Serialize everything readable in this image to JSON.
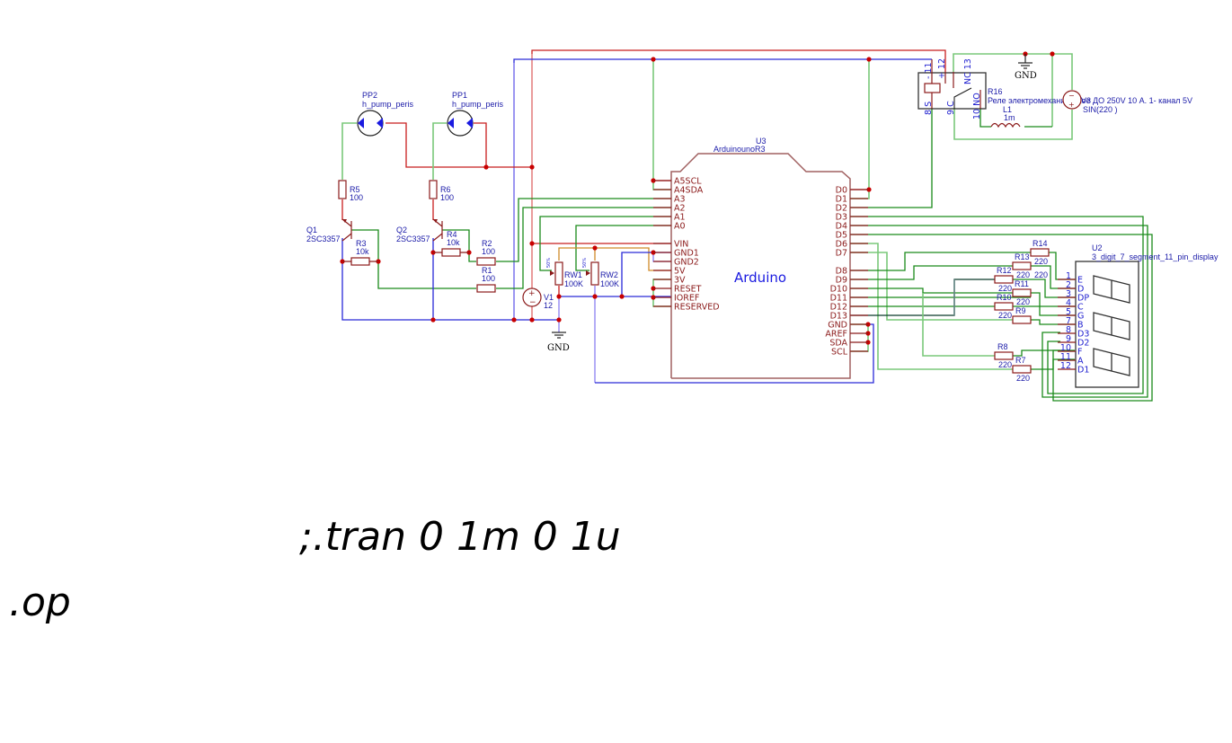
{
  "components": {
    "pp2": {
      "ref": "PP2",
      "value": "h_pump_peris"
    },
    "pp1": {
      "ref": "PP1",
      "value": "h_pump_peris"
    },
    "r5": {
      "ref": "R5",
      "value": "100"
    },
    "r6": {
      "ref": "R6",
      "value": "100"
    },
    "q1": {
      "ref": "Q1",
      "value": "2SC3357"
    },
    "q2": {
      "ref": "Q2",
      "value": "2SC3357"
    },
    "r3": {
      "ref": "R3",
      "value": "10k"
    },
    "r4": {
      "ref": "R4",
      "value": "10k"
    },
    "r2": {
      "ref": "R2",
      "value": "100"
    },
    "r1": {
      "ref": "R1",
      "value": "100"
    },
    "v1": {
      "ref": "V1",
      "value": "12"
    },
    "rw1": {
      "ref": "RW1",
      "value": "100K",
      "wiper": "50%"
    },
    "rw2": {
      "ref": "RW2",
      "value": "100K",
      "wiper": "50%"
    },
    "gnd_label": "GND",
    "u3": {
      "ref": "U3",
      "value": "ArduinounoR3",
      "center_label": "Arduino",
      "left_pins_top": [
        "A5SCL",
        "A4SDA",
        "A3",
        "A2",
        "A1",
        "A0"
      ],
      "left_pins_bottom": [
        "VIN",
        "GND1",
        "GND2",
        "5V",
        "3V",
        "RESET",
        "IOREF",
        "RESERVED"
      ],
      "right_pins_top": [
        "D0",
        "D1",
        "D2",
        "D3",
        "D4",
        "D5",
        "D6",
        "D7"
      ],
      "right_pins_bottom": [
        "D8",
        "D9",
        "D10",
        "D11",
        "D12",
        "D13",
        "GND",
        "AREF",
        "SDA",
        "SCL"
      ]
    },
    "r16": {
      "ref": "R16",
      "value": "Реле электромеханическое ДО 250V 10 А. 1- канал 5V",
      "pins": [
        "- 11",
        "+ 12",
        "NC 13",
        "8 S",
        "9 C",
        "10 NO"
      ]
    },
    "l1": {
      "ref": "L1",
      "value": "1m"
    },
    "v3": {
      "ref": "V3",
      "value": "SIN(220 )"
    },
    "u2": {
      "ref": "U2",
      "value": "3_digit_7_segment_11_pin_display",
      "pins": [
        {
          "num": "1",
          "name": "E"
        },
        {
          "num": "2",
          "name": "D"
        },
        {
          "num": "3",
          "name": "DP"
        },
        {
          "num": "4",
          "name": "C"
        },
        {
          "num": "5",
          "name": "G"
        },
        {
          "num": "7",
          "name": "B"
        },
        {
          "num": "8",
          "name": "D3"
        },
        {
          "num": "9",
          "name": "D2"
        },
        {
          "num": "10",
          "name": "F"
        },
        {
          "num": "11",
          "name": "A"
        },
        {
          "num": "12",
          "name": "D1"
        }
      ]
    },
    "r14": {
      "ref": "R14",
      "value": "220"
    },
    "r13": {
      "ref": "R13",
      "value": "220"
    },
    "r12": {
      "ref": "R12",
      "value": "220"
    },
    "r11": {
      "ref": "R11",
      "value": "220"
    },
    "r10": {
      "ref": "R10",
      "value": "220"
    },
    "r9": {
      "ref": "R9",
      "value": "220"
    },
    "r8": {
      "ref": "R8",
      "value": "220"
    },
    "r7": {
      "ref": "R7",
      "value": "220"
    }
  },
  "directives": {
    "tran": ";.tran 0 1m 0 1u",
    "op": ".op"
  }
}
